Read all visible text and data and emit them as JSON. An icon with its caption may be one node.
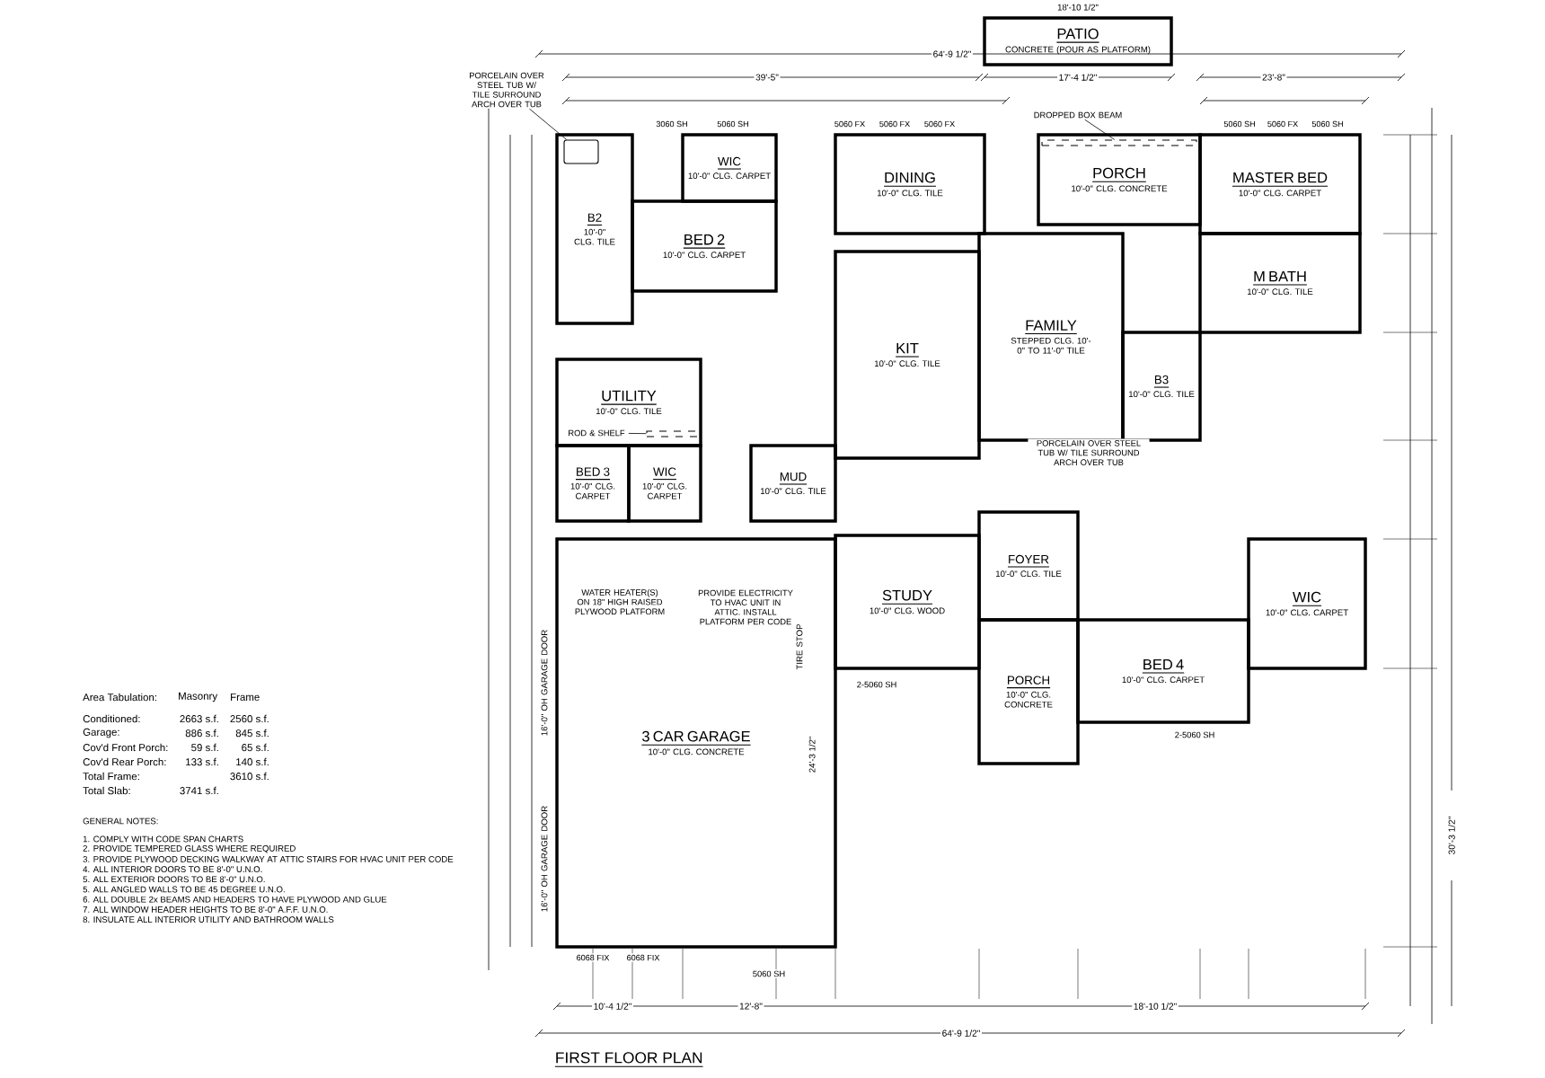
{
  "diagram": {
    "title": "FIRST FLOOR PLAN",
    "nodes": [
      {
        "text": [
          "PATIO",
          "CONCRETE (POUR AS PLATFORM)"
        ]
      },
      {
        "text": [
          "B2",
          "10'-0\" CLG. TILE"
        ]
      },
      {
        "text": [
          "WIC",
          "10'-0\" CLG. CARPET"
        ]
      },
      {
        "text": [
          "BED 2",
          "10'-0\" CLG. CARPET"
        ]
      },
      {
        "text": [
          "DINING",
          "10'-0\" CLG. TILE"
        ]
      },
      {
        "text": [
          "PORCH",
          "10'-0\" CLG. CONCRETE"
        ]
      },
      {
        "text": [
          "MASTER BED",
          "10'-0\" CLG. CARPET"
        ]
      },
      {
        "text": [
          "M BATH",
          "10'-0\" CLG. TILE"
        ]
      },
      {
        "text": [
          "KIT",
          "10'-0\" CLG. TILE"
        ]
      },
      {
        "text": [
          "FAMILY",
          "STEPPED CLG. 10'-0\" TO 11'-0\" TILE"
        ]
      },
      {
        "text": [
          "B3",
          "10'-0\" CLG. TILE"
        ]
      },
      {
        "text": [
          "UTILITY",
          "10'-0\" CLG. TILE"
        ]
      },
      {
        "text": [
          "BED 3",
          "10'-0\" CLG. CARPET"
        ]
      },
      {
        "text": [
          "WIC",
          "10'-0\" CLG. CARPET"
        ]
      },
      {
        "text": [
          "MUD",
          "10'-0\" CLG. TILE"
        ]
      },
      {
        "text": [
          "FOYER",
          "10'-0\" CLG. TILE"
        ]
      },
      {
        "text": [
          "STUDY",
          "10'-0\" CLG. WOOD"
        ]
      },
      {
        "text": [
          "3 CAR GARAGE",
          "10'-0\" CLG. CONCRETE"
        ]
      },
      {
        "text": [
          "PORCH",
          "10'-0\" CLG. CONCRETE"
        ]
      },
      {
        "text": [
          "BED 4",
          "10'-0\" CLG. CARPET"
        ]
      },
      {
        "text": [
          "WIC",
          "10'-0\" CLG. CARPET"
        ]
      },
      {
        "text": [
          "PORCELAIN OVER STEEL TUB W/ TILE SURROUND ARCH OVER TUB"
        ]
      },
      {
        "text": [
          "ROD & SHELF"
        ],
        "in": 11
      },
      {
        "text": [
          "DROPPED BOX BEAM"
        ]
      },
      {
        "text": [],
        "shape": "box",
        "in": 1
      },
      {
        "text": [],
        "shape": "bar",
        "in": 11
      },
      {
        "text": [],
        "shape": "bar",
        "in": 5
      }
    ],
    "edges": [
      {
        "from": 21,
        "to": 24,
        "arrow": "none"
      },
      {
        "from": 22,
        "to": 25,
        "arrow": "none"
      },
      {
        "from": 23,
        "to": 26,
        "arrow": "none"
      }
    ],
    "labels": [
      "Area Tabulation:",
      "Masonry",
      "Frame",
      "Conditioned:",
      "2663 s.f.",
      "2560 s.f.",
      "Garage:",
      "886 s.f.",
      "845 s.f.",
      "Cov'd Front Porch:",
      "59 s.f.",
      "65 s.f.",
      "Cov'd Rear Porch:",
      "133 s.f.",
      "140 s.f.",
      "Total Frame:",
      "3610 s.f.",
      "Total Slab:",
      "3741 s.f.",
      "GENERAL NOTES:",
      "1. COMPLY WITH CODE SPAN CHARTS",
      "2. PROVIDE TEMPERED GLASS WHERE REQUIRED",
      "3. PROVIDE PLYWOOD DECKING WALKWAY AT ATTIC STAIRS FOR HVAC UNIT PER CODE",
      "4. ALL INTERIOR DOORS TO BE 8'-0\" U.N.O.",
      "5. ALL EXTERIOR DOORS TO BE 8'-0\" U.N.O.",
      "5. ALL ANGLED WALLS TO BE 45 DEGREE U.N.O.",
      "6. ALL DOUBLE 2x BEAMS AND HEADERS TO HAVE PLYWOOD AND GLUE",
      "7. ALL WINDOW HEADER HEIGHTS TO BE 8'-0\" A.F.F. U.N.O.",
      "8. INSULATE ALL INTERIOR UTILITY AND BATHROOM WALLS",
      "18'-10 1/2\"",
      "64'-9 1/2\"",
      "39'-5\"",
      "17'-4 1/2\"",
      "23'-8\"",
      "3060 SH",
      "5060 SH",
      "5060 FX",
      "5060 FX",
      "5060 FX",
      "5060 SH",
      "5060 FX",
      "5060 SH",
      "PORCELAIN OVER STEEL TUB W/ TILE SURROUND ARCH OVER TUB",
      "WATER HEATER(S) ON 18\" HIGH RAISED PLYWOOD PLATFORM",
      "PROVIDE ELECTRICITY TO HVAC UNIT IN ATTIC. INSTALL PLATFORM PER CODE",
      "16'-0\" OH GARAGE DOOR",
      "16'-0\" OH GARAGE DOOR",
      "TIRE STOP",
      "24'-3 1/2\"",
      "2-5060 SH",
      "2-5060 SH",
      "6068 FIX",
      "6068 FIX",
      "5060 SH",
      "30'-3 1/2\"",
      "10'-4 1/2\"",
      "12'-8\"",
      "18'-10 1/2\"",
      "64'-9 1/2\""
    ]
  }
}
